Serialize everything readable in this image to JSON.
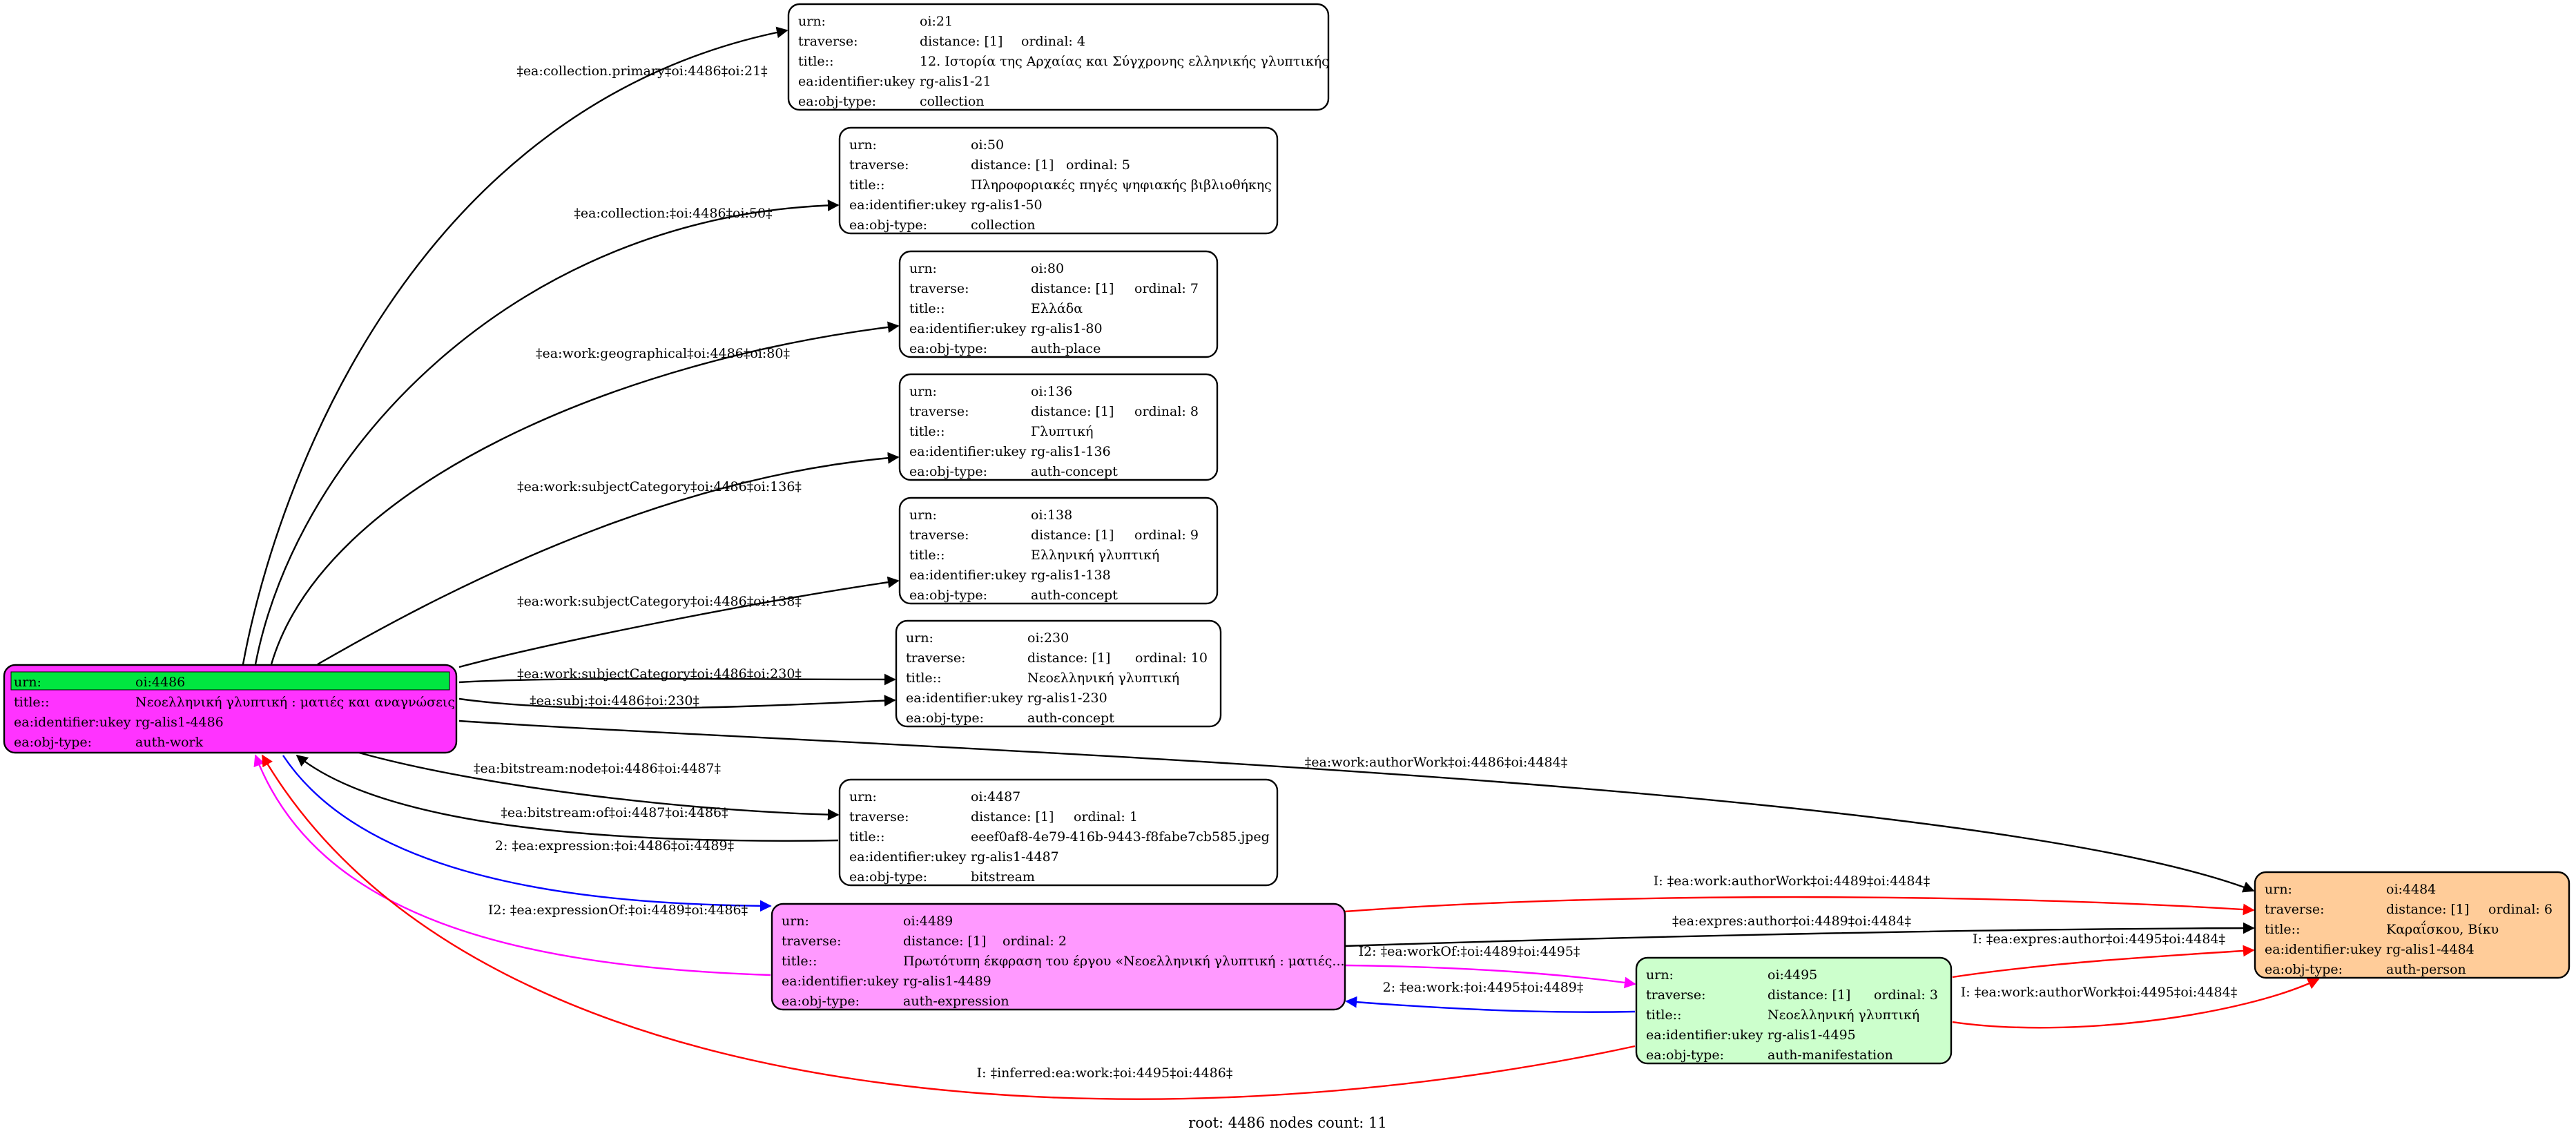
{
  "colors": {
    "root_fill": "#ff33ff",
    "root_urn_row": "#00e640",
    "expression_fill": "#ff99ff",
    "manifestation_fill": "#ccffcc",
    "person_fill": "#ffcc99",
    "default_fill": "#ffffff",
    "edge_black": "#000000",
    "edge_red": "#ff0000",
    "edge_blue": "#0000ff",
    "edge_magenta": "#ff00ff"
  },
  "nodes": [
    {
      "id": "n21",
      "fill": "default_fill",
      "rows": [
        [
          "urn:",
          "oi:21"
        ],
        [
          "traverse:",
          "distance: [1]",
          "ordinal: 4"
        ],
        [
          "title::",
          "12. Ιστορία της Αρχαίας και Σύγχρονης ελληνικής γλυπτικής"
        ],
        [
          "ea:identifier:ukey",
          "rg-alis1-21"
        ],
        [
          "ea:obj-type:",
          "collection"
        ]
      ]
    },
    {
      "id": "n50",
      "fill": "default_fill",
      "rows": [
        [
          "urn:",
          "oi:50"
        ],
        [
          "traverse:",
          "distance: [1]",
          "ordinal: 5"
        ],
        [
          "title::",
          "Πληροφοριακές πηγές ψηφιακής βιβλιοθήκης"
        ],
        [
          "ea:identifier:ukey",
          "rg-alis1-50"
        ],
        [
          "ea:obj-type:",
          "collection"
        ]
      ]
    },
    {
      "id": "n80",
      "fill": "default_fill",
      "rows": [
        [
          "urn:",
          "oi:80"
        ],
        [
          "traverse:",
          "distance: [1]",
          "ordinal: 7"
        ],
        [
          "title::",
          "Ελλάδα"
        ],
        [
          "ea:identifier:ukey",
          "rg-alis1-80"
        ],
        [
          "ea:obj-type:",
          "auth-place"
        ]
      ]
    },
    {
      "id": "n136",
      "fill": "default_fill",
      "rows": [
        [
          "urn:",
          "oi:136"
        ],
        [
          "traverse:",
          "distance: [1]",
          "ordinal: 8"
        ],
        [
          "title::",
          "Γλυπτική"
        ],
        [
          "ea:identifier:ukey",
          "rg-alis1-136"
        ],
        [
          "ea:obj-type:",
          "auth-concept"
        ]
      ]
    },
    {
      "id": "n138",
      "fill": "default_fill",
      "rows": [
        [
          "urn:",
          "oi:138"
        ],
        [
          "traverse:",
          "distance: [1]",
          "ordinal: 9"
        ],
        [
          "title::",
          "Ελληνική γλυπτική"
        ],
        [
          "ea:identifier:ukey",
          "rg-alis1-138"
        ],
        [
          "ea:obj-type:",
          "auth-concept"
        ]
      ]
    },
    {
      "id": "n230",
      "fill": "default_fill",
      "rows": [
        [
          "urn:",
          "oi:230"
        ],
        [
          "traverse:",
          "distance: [1]",
          "ordinal: 10"
        ],
        [
          "title::",
          "Νεοελληνική γλυπτική"
        ],
        [
          "ea:identifier:ukey",
          "rg-alis1-230"
        ],
        [
          "ea:obj-type:",
          "auth-concept"
        ]
      ]
    },
    {
      "id": "n4486",
      "fill": "root_fill",
      "rows": [
        [
          "urn:",
          "oi:4486"
        ],
        [
          "title::",
          "Νεοελληνική γλυπτική : ματιές και αναγνώσεις"
        ],
        [
          "ea:identifier:ukey",
          "rg-alis1-4486"
        ],
        [
          "ea:obj-type:",
          "auth-work"
        ]
      ]
    },
    {
      "id": "n4487",
      "fill": "default_fill",
      "rows": [
        [
          "urn:",
          "oi:4487"
        ],
        [
          "traverse:",
          "distance: [1]",
          "ordinal: 1"
        ],
        [
          "title::",
          "eeef0af8-4e79-416b-9443-f8fabe7cb585.jpeg"
        ],
        [
          "ea:identifier:ukey",
          "rg-alis1-4487"
        ],
        [
          "ea:obj-type:",
          "bitstream"
        ]
      ]
    },
    {
      "id": "n4489",
      "fill": "expression_fill",
      "rows": [
        [
          "urn:",
          "oi:4489"
        ],
        [
          "traverse:",
          "distance: [1]",
          "ordinal: 2"
        ],
        [
          "title::",
          "Πρωτότυπη έκφραση του έργου «Νεοελληνική γλυπτική : ματιές..."
        ],
        [
          "ea:identifier:ukey",
          "rg-alis1-4489"
        ],
        [
          "ea:obj-type:",
          "auth-expression"
        ]
      ]
    },
    {
      "id": "n4495",
      "fill": "manifestation_fill",
      "rows": [
        [
          "urn:",
          "oi:4495"
        ],
        [
          "traverse:",
          "distance: [1]",
          "ordinal: 3"
        ],
        [
          "title::",
          "Νεοελληνική γλυπτική"
        ],
        [
          "ea:identifier:ukey",
          "rg-alis1-4495"
        ],
        [
          "ea:obj-type:",
          "auth-manifestation"
        ]
      ]
    },
    {
      "id": "n4484",
      "fill": "person_fill",
      "rows": [
        [
          "urn:",
          "oi:4484"
        ],
        [
          "traverse:",
          "distance: [1]",
          "ordinal: 6"
        ],
        [
          "title::",
          "Καραΐσκου, Βίκυ"
        ],
        [
          "ea:identifier:ukey",
          "rg-alis1-4484"
        ],
        [
          "ea:obj-type:",
          "auth-person"
        ]
      ]
    }
  ],
  "edges": [
    {
      "id": "e1",
      "color": "edge_black",
      "label": "‡ea:collection.primary‡oi:4486‡oi:21‡"
    },
    {
      "id": "e2",
      "color": "edge_black",
      "label": "‡ea:collection:‡oi:4486‡oi:50‡"
    },
    {
      "id": "e3",
      "color": "edge_black",
      "label": "‡ea:work:geographical‡oi:4486‡oi:80‡"
    },
    {
      "id": "e4",
      "color": "edge_black",
      "label": "‡ea:work:subjectCategory‡oi:4486‡oi:136‡"
    },
    {
      "id": "e5",
      "color": "edge_black",
      "label": "‡ea:work:subjectCategory‡oi:4486‡oi:138‡"
    },
    {
      "id": "e6",
      "color": "edge_black",
      "label": "‡ea:work:subjectCategory‡oi:4486‡oi:230‡"
    },
    {
      "id": "e7",
      "color": "edge_black",
      "label": "‡ea:subj:‡oi:4486‡oi:230‡"
    },
    {
      "id": "e8",
      "color": "edge_black",
      "label": "‡ea:work:authorWork‡oi:4486‡oi:4484‡"
    },
    {
      "id": "e9",
      "color": "edge_black",
      "label": "‡ea:bitstream:node‡oi:4486‡oi:4487‡"
    },
    {
      "id": "e10",
      "color": "edge_black",
      "label": "‡ea:bitstream:of‡oi:4487‡oi:4486‡"
    },
    {
      "id": "e11",
      "color": "edge_blue",
      "label": "2: ‡ea:expression:‡oi:4486‡oi:4489‡"
    },
    {
      "id": "e12",
      "color": "edge_magenta",
      "label": "I2: ‡ea:expressionOf:‡oi:4489‡oi:4486‡"
    },
    {
      "id": "e13",
      "color": "edge_red",
      "label": "I: ‡inferred:ea:work:‡oi:4495‡oi:4486‡"
    },
    {
      "id": "e14",
      "color": "edge_red",
      "label": "I: ‡ea:work:authorWork‡oi:4489‡oi:4484‡"
    },
    {
      "id": "e15",
      "color": "edge_black",
      "label": "‡ea:expres:author‡oi:4489‡oi:4484‡"
    },
    {
      "id": "e16",
      "color": "edge_magenta",
      "label": "I2: ‡ea:workOf:‡oi:4489‡oi:4495‡"
    },
    {
      "id": "e17",
      "color": "edge_blue",
      "label": "2: ‡ea:work:‡oi:4495‡oi:4489‡"
    },
    {
      "id": "e18",
      "color": "edge_red",
      "label": "I: ‡ea:expres:author‡oi:4495‡oi:4484‡"
    },
    {
      "id": "e19",
      "color": "edge_red",
      "label": "I: ‡ea:work:authorWork‡oi:4495‡oi:4484‡"
    }
  ],
  "footer": "root: 4486 nodes count: 11"
}
